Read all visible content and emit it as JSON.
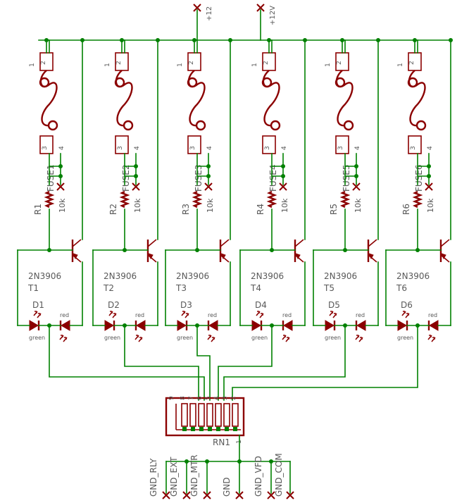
{
  "power": {
    "p12_a": "+12",
    "p12_b": "+12V"
  },
  "channels": [
    {
      "fuse": "FUSE1",
      "res": "R1",
      "val": "10k",
      "tr_type": "2N3906",
      "tr": "T1",
      "diode": "D1",
      "green": "green",
      "red": "red"
    },
    {
      "fuse": "FUSE2",
      "res": "R2",
      "val": "10k",
      "tr_type": "2N3906",
      "tr": "T2",
      "diode": "D2",
      "green": "green",
      "red": "red"
    },
    {
      "fuse": "FUSE3",
      "res": "R3",
      "val": "10k",
      "tr_type": "2N3906",
      "tr": "T3",
      "diode": "D3",
      "green": "green",
      "red": "red"
    },
    {
      "fuse": "FUSE4",
      "res": "R4",
      "val": "10k",
      "tr_type": "2N3906",
      "tr": "T4",
      "diode": "D4",
      "green": "green",
      "red": "red"
    },
    {
      "fuse": "FUSE5",
      "res": "R5",
      "val": "10k",
      "tr_type": "2N3906",
      "tr": "T5",
      "diode": "D5",
      "green": "green",
      "red": "red"
    },
    {
      "fuse": "FUSE6",
      "res": "R6",
      "val": "10k",
      "tr_type": "2N3906",
      "tr": "T6",
      "diode": "D6",
      "green": "green",
      "red": "red"
    }
  ],
  "fuse_pins": [
    "1",
    "2",
    "3",
    "4"
  ],
  "network": {
    "name": "RN1",
    "pin_one": "1",
    "pins_top": [
      "8",
      "7",
      "6",
      "5",
      "4",
      "3",
      "2"
    ],
    "pin_nine": "9"
  },
  "grounds": [
    "GND_RLY",
    "GND_EXT",
    "GND_MTR",
    "GND",
    "GND_VFD",
    "GND_COM"
  ],
  "colors": {
    "wire": "#008000",
    "part": "#8b0000",
    "label": "#595959"
  }
}
